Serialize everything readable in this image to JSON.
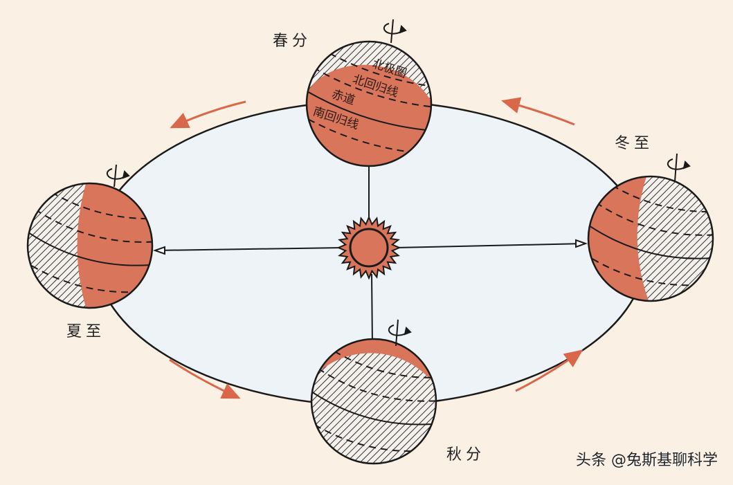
{
  "labels": {
    "spring_equinox": "春分",
    "summer_solstice": "夏至",
    "autumn_equinox": "秋分",
    "winter_solstice": "冬至"
  },
  "globe_lines": {
    "arctic_circle": "北极圈",
    "tropic_of_cancer": "北回归线",
    "equator": "赤道",
    "tropic_of_capricorn": "南回归线"
  },
  "watermark": "头条 @兔斯基聊科学",
  "colors": {
    "background": "#faf0e3",
    "orbit_fill": "#eef3f8",
    "globe": "#d9755b",
    "arrow": "#d9674a",
    "line": "#1a1a1a"
  },
  "icons": [
    "earth-globe",
    "sun",
    "rotation-arrow",
    "orbit-direction-arrow"
  ]
}
